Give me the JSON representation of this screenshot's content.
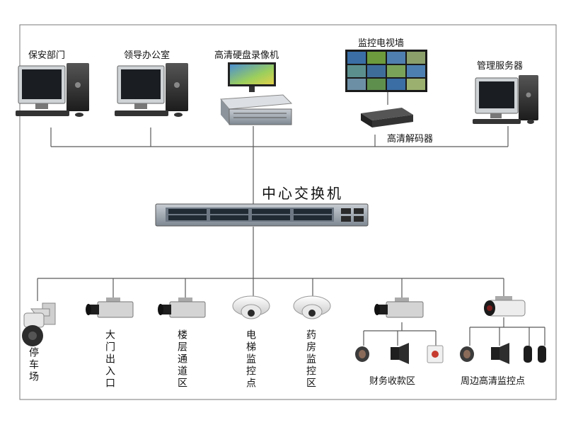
{
  "top_devices": {
    "security_dept": "保安部门",
    "leader_office": "领导办公室",
    "hd_nvr": "高清硬盘录像机",
    "video_wall": "监控电视墙",
    "hd_decoder": "高清解码器",
    "mgmt_server": "管理服务器"
  },
  "core_switch": "中心交换机",
  "bottom_devices": {
    "parking": "停车场",
    "main_gate": "大门出入口",
    "floor_corridor": "楼层通道区",
    "elevator": "电梯监控点",
    "pharmacy": "药房监控区",
    "finance": "财务收款区",
    "perimeter": "周边高清监控点"
  },
  "colors": {
    "line": "#5a5a5a",
    "border": "#7a7a7a",
    "switch_body": "#9aa4b0",
    "wall_screen": "#3a6ea5"
  }
}
